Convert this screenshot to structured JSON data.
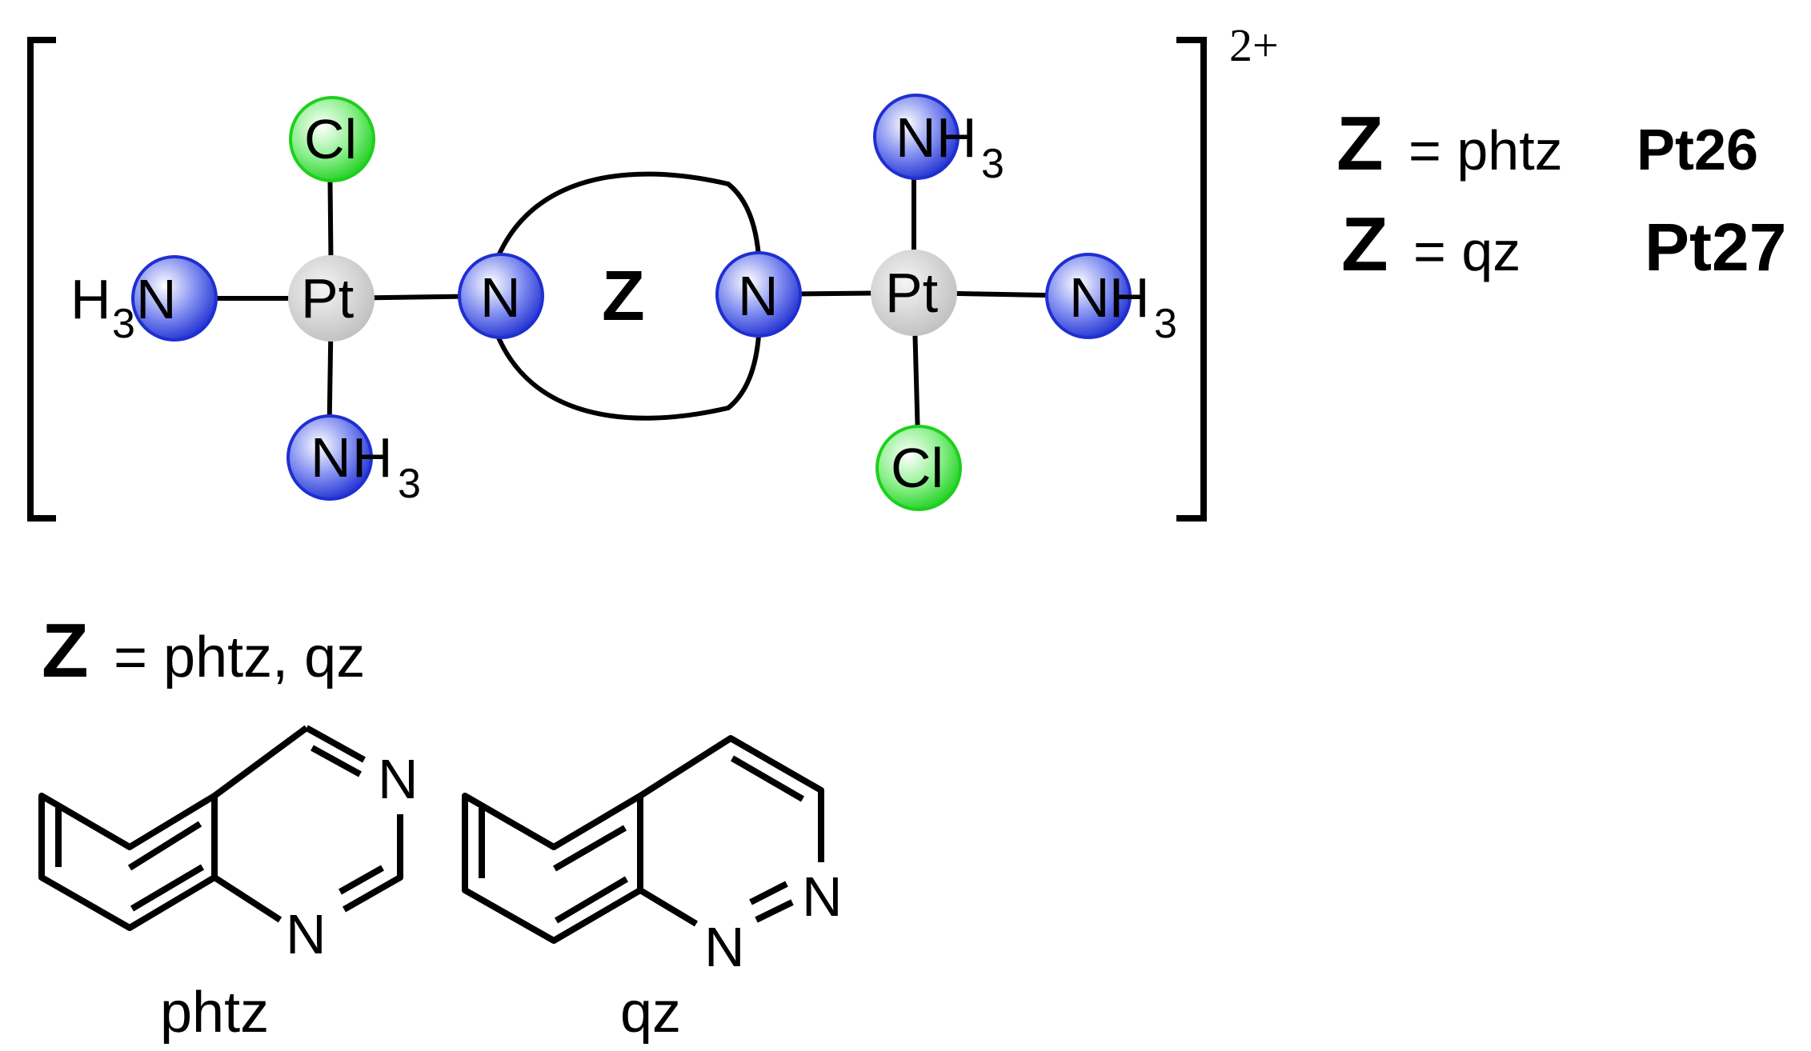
{
  "complex": {
    "charge": "2+",
    "bridge_label": "Z",
    "metal": "Pt",
    "chloride": "Cl",
    "nitrogen": "N",
    "amine_prefix": "H",
    "amine_suffix": "H",
    "subscript_3": "3"
  },
  "legend": {
    "rows": [
      {
        "symbol": "Z",
        "text": "= phtz",
        "compound": "Pt26"
      },
      {
        "symbol": "Z",
        "text": "= qz",
        "compound": "Pt27"
      }
    ]
  },
  "ligands": {
    "heading_symbol": "Z",
    "heading_text": "= phtz, qz",
    "phtz": {
      "name": "phtz",
      "n1": "N",
      "n2": "N"
    },
    "qz": {
      "name": "qz",
      "n1": "N",
      "n2": "N"
    }
  },
  "colors": {
    "nitrogen_sphere": "#2f3fdc",
    "chlorine_sphere": "#34d634",
    "platinum_sphere": "#c8c8c8"
  }
}
